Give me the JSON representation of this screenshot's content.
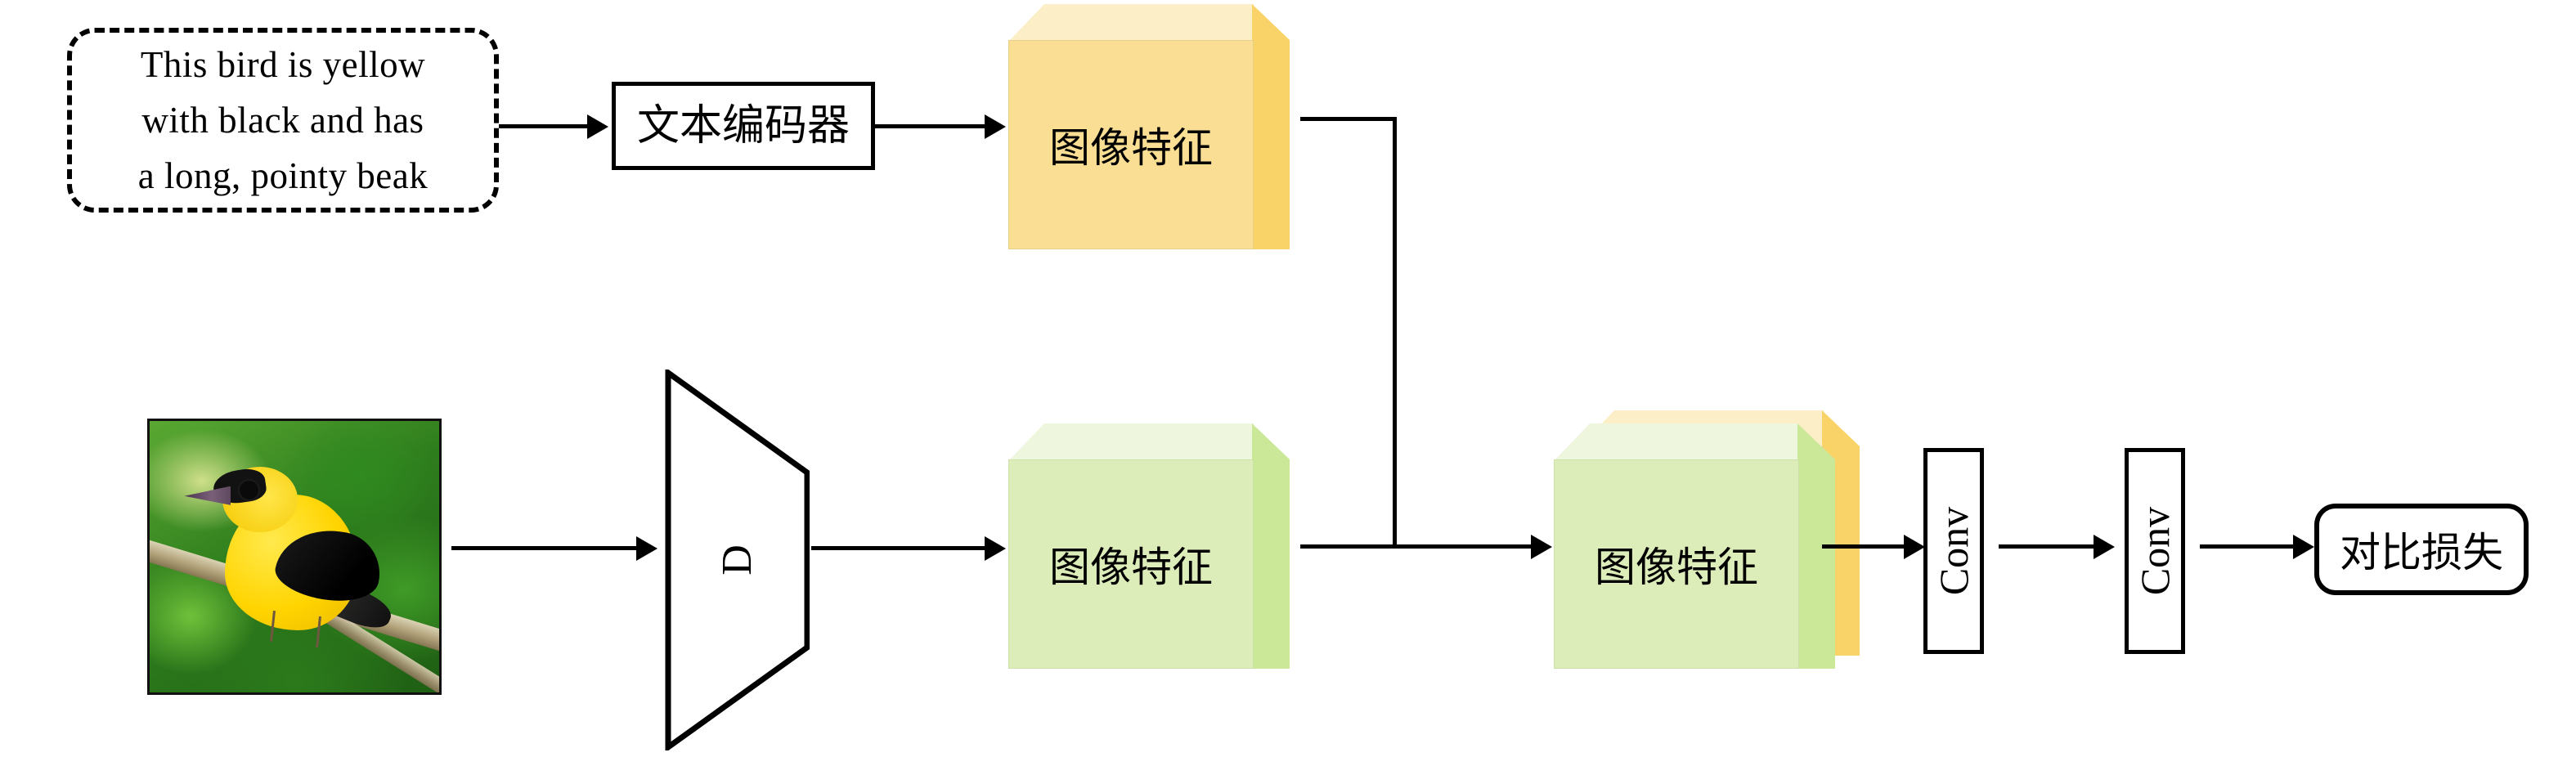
{
  "diagram": {
    "title": "Text-image contrastive feature fusion pipeline",
    "caption_box": {
      "name": "text-caption",
      "lines": [
        "This bird is yellow",
        "with black and has",
        "a long, pointy beak"
      ]
    },
    "nodes": {
      "text_encoder": "文本编码器",
      "image_encoder": "D",
      "text_feature": "图像特征",
      "image_feature": "图像特征",
      "fused_feature": "图像特征",
      "conv_1": "Conv",
      "conv_2": "Conv",
      "loss": "对比损失"
    },
    "image_input": {
      "name": "bird-photo",
      "alt": "Photograph of a yellow bird with a black head patch and black wing perched on a branch"
    },
    "colors": {
      "feature_yellow_front": "#FADE93",
      "feature_yellow_top": "#FCEFC8",
      "feature_yellow_side": "#F9D367",
      "feature_green_front": "#DCEDBA",
      "feature_green_top": "#EEF6DE",
      "feature_green_side": "#CBE798",
      "stroke": "#000000",
      "background": "#FFFFFF"
    },
    "edges": [
      {
        "from": "text-caption",
        "to": "text-encoder",
        "style": "arrow"
      },
      {
        "from": "text-encoder",
        "to": "text-feature",
        "style": "arrow"
      },
      {
        "from": "text-feature",
        "to": "fusion-junction",
        "style": "elbow"
      },
      {
        "from": "bird-photo",
        "to": "image-encoder",
        "style": "arrow"
      },
      {
        "from": "image-encoder",
        "to": "image-feature",
        "style": "arrow"
      },
      {
        "from": "image-feature",
        "to": "fused-feature",
        "style": "arrow"
      },
      {
        "from": "fused-feature",
        "to": "conv-1",
        "style": "arrow"
      },
      {
        "from": "conv-1",
        "to": "conv-2",
        "style": "arrow"
      },
      {
        "from": "conv-2",
        "to": "loss",
        "style": "arrow"
      }
    ]
  }
}
